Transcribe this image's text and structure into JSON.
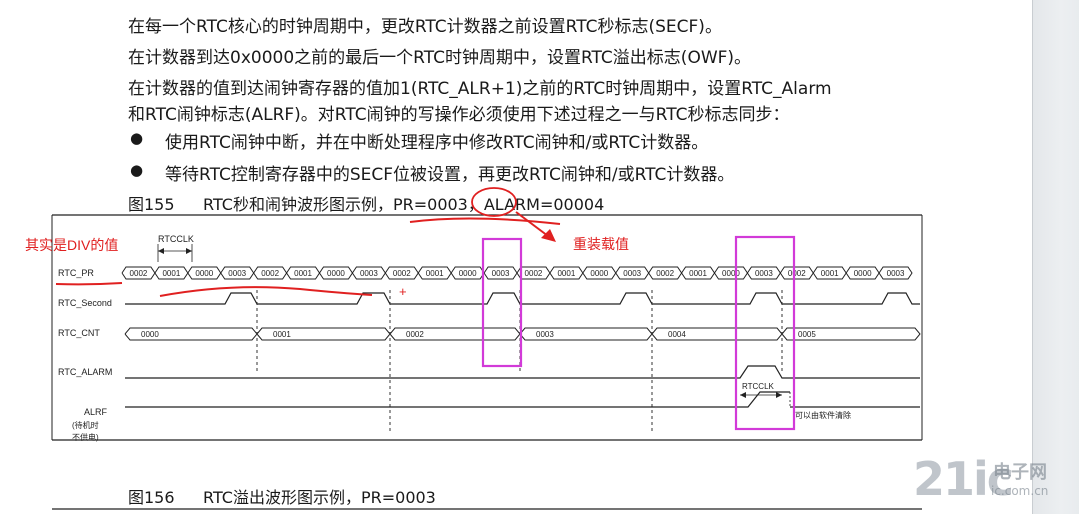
{
  "paragraphs": {
    "p1": "在每一个RTC核心的时钟周期中，更改RTC计数器之前设置RTC秒标志(SECF)。",
    "p2": "在计数器到达0x0000之前的最后一个RTC时钟周期中，设置RTC溢出标志(OWF)。",
    "p3a": "在计数器的值到达闹钟寄存器的值加1(RTC_ALR+1)之前的RTC时钟周期中，设置RTC_Alarm",
    "p3b": "和RTC闹钟标志(ALRF)。对RTC闹钟的写操作必须使用下述过程之一与RTC秒标志同步：",
    "bullet1": "使用RTC闹钟中断，并在中断处理程序中修改RTC闹钟和/或RTC计数器。",
    "bullet2": "等待RTC控制寄存器中的SECF位被设置，再更改RTC闹钟和/或RTC计数器。",
    "bullet_symbol": "●"
  },
  "figure155": {
    "caption": "图155　 RTC秒和闹钟波形图示例，PR=0003，ALARM=00004",
    "caption_num": "图155",
    "caption_text": "RTC秒和闹钟波形图示例，PR=0003，ALARM=00004",
    "signals": {
      "rtcclk_label": "RTCCLK",
      "rtc_pr": "RTC_PR",
      "rtc_second": "RTC_Second",
      "rtc_cnt": "RTC_CNT",
      "rtc_alarm": "RTC_ALARM",
      "alrf": "ALRF",
      "alrf_sub1": "(待机时",
      "alrf_sub2": "不供电)"
    },
    "pr_values": [
      "0002",
      "0001",
      "0000",
      "0003",
      "0002",
      "0001",
      "0000",
      "0003",
      "0002",
      "0001",
      "0000",
      "0003",
      "0002",
      "0001",
      "0000",
      "0003",
      "0002",
      "0001",
      "0000",
      "0003",
      "0002",
      "0001",
      "0000",
      "0003"
    ],
    "cnt_values": [
      "0000",
      "0001",
      "0002",
      "0003",
      "0004",
      "0005"
    ],
    "alarm_clk_label": "RTCCLK",
    "alrf_note": "可以由软件清除",
    "annotation_div": "其实是DIV的值",
    "annotation_reload": "重装载值",
    "annotation_plus": "+"
  },
  "figure156": {
    "caption_num": "图156",
    "caption_text": "RTC溢出波形图示例，PR=0003"
  },
  "watermark": {
    "big": "21ic",
    "cn": "电子网",
    "url": "ic.com.cn"
  },
  "colors": {
    "annotation_red": "#e02020",
    "highlight_magenta": "#d23ad8",
    "waveform": "#222222"
  }
}
